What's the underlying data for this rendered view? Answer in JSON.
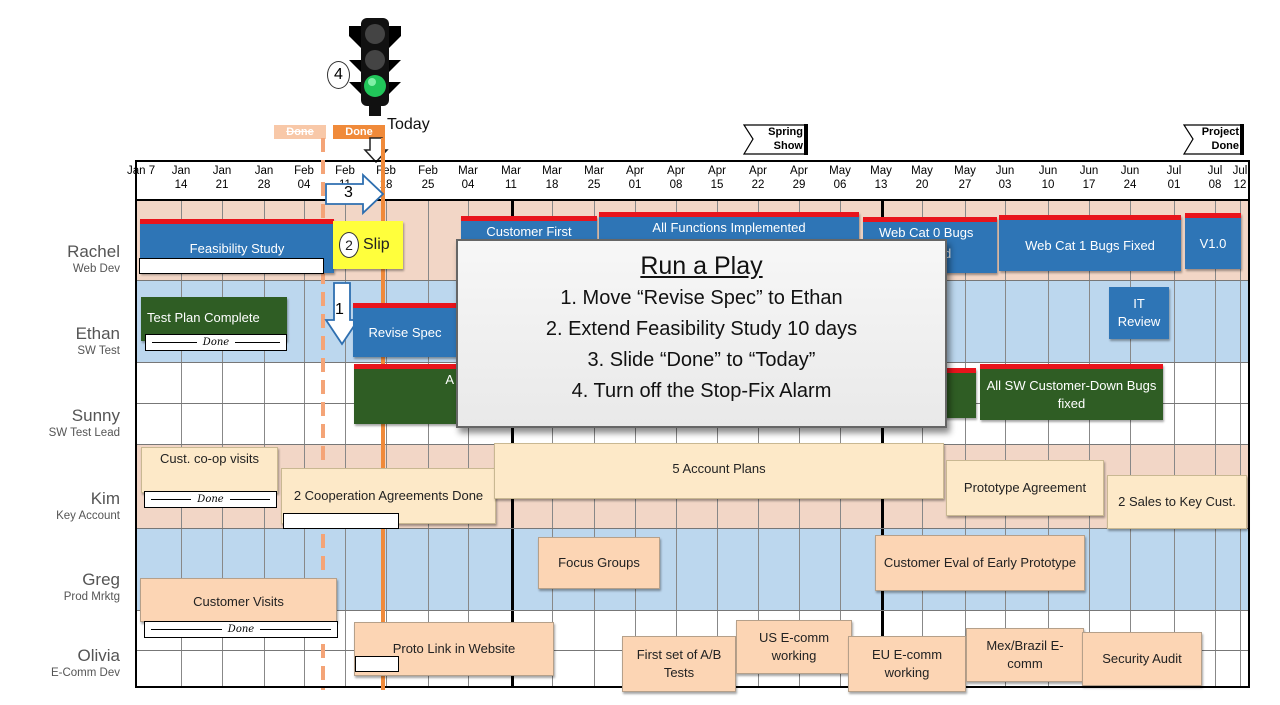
{
  "timeline": {
    "months": [
      "Jan",
      "Jan",
      "Jan",
      "Jan",
      "Feb",
      "Feb",
      "Feb",
      "Feb",
      "Mar",
      "Mar",
      "Mar",
      "Mar",
      "Apr",
      "Apr",
      "Apr",
      "Apr",
      "Apr",
      "May",
      "May",
      "May",
      "May",
      "Jun",
      "Jun",
      "Jun",
      "Jun",
      "Jul",
      "Jul",
      "Jul"
    ],
    "days": [
      "7",
      "14",
      "21",
      "28",
      "04",
      "11",
      "18",
      "25",
      "04",
      "11",
      "18",
      "25",
      "01",
      "08",
      "15",
      "22",
      "29",
      "06",
      "13",
      "20",
      "27",
      "03",
      "10",
      "17",
      "24",
      "01",
      "08",
      "12"
    ],
    "first_label": "Jan 7"
  },
  "milestones": {
    "spring": [
      "Spring",
      "Show"
    ],
    "project": [
      "Project",
      "Done"
    ]
  },
  "markers": {
    "done_old": "Done",
    "done_new": "Done",
    "today": "Today"
  },
  "people": [
    {
      "name": "Rachel",
      "role": "Web Dev"
    },
    {
      "name": "Ethan",
      "role": "SW Test"
    },
    {
      "name": "Sunny",
      "role": "SW Test Lead"
    },
    {
      "name": "Kim",
      "role": "Key Account"
    },
    {
      "name": "Greg",
      "role": "Prod Mrktg"
    },
    {
      "name": "Olivia",
      "role": "E-Comm Dev"
    }
  ],
  "tasks": {
    "feasibility": "Feasibility Study",
    "slip": "Slip",
    "customer_first": "Customer First",
    "all_functions": "All Functions Implemented",
    "web_cat0": "Web Cat 0 Bugs",
    "web_cat0_tail": "d",
    "web_cat1": "Web Cat 1 Bugs Fixed",
    "v10": "V1.0",
    "test_plan": "Test Plan Complete",
    "revise_spec": "Revise Spec",
    "it_review": "IT Review",
    "sunny_green": "A",
    "sw_down": "All SW Customer-Down Bugs fixed",
    "coop_visits": "Cust. co-op visits",
    "coop_agreements": "2 Cooperation Agreements Done",
    "account_plans": "5 Account Plans",
    "proto_agreement": "Prototype Agreement",
    "sales": "2 Sales to Key Cust.",
    "focus": "Focus Groups",
    "cust_eval": "Customer Eval of Early Prototype",
    "cust_visits": "Customer Visits",
    "proto_link": "Proto Link in Website",
    "ab_tests": "First set of A/B Tests",
    "us_ecomm": "US E-comm working",
    "eu_ecomm": "EU E-comm working",
    "mex": "Mex/Brazil E-comm",
    "security": "Security Audit",
    "done_label": "Done"
  },
  "callouts": {
    "c1": "1",
    "c2": "2",
    "c3": "3",
    "c4": "4"
  },
  "popup": {
    "title": "Run a Play",
    "steps": [
      "1.  Move “Revise Spec” to Ethan",
      "2.  Extend Feasibility Study 10 days",
      "3.  Slide “Done” to “Today”",
      "4.   Turn off the Stop-Fix Alarm"
    ]
  },
  "colors": {
    "peach_band": "#f2d6c6",
    "blue_band": "#bcd7ee",
    "task_blue": "#2e75b6",
    "task_green": "#2f5d24",
    "urgent_red": "#e8141c",
    "today_orange": "#f08a3a",
    "light_green": "#1fb85a"
  }
}
